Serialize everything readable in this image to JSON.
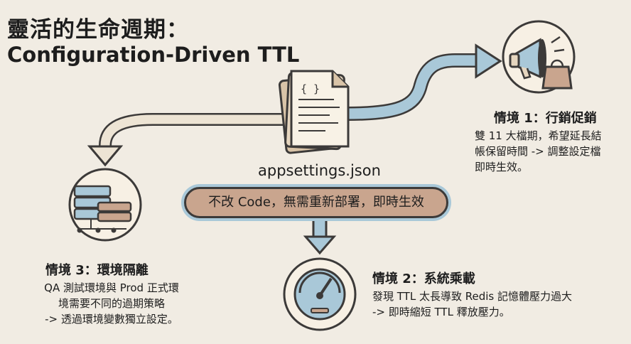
{
  "title": {
    "line1": "靈活的生命週期：",
    "line2": "Configuration-Driven TTL"
  },
  "config_file": {
    "label": "appsettings.json",
    "icon_glyph": "{ }"
  },
  "center_pill": {
    "text": "不改 Code，無需重新部署，即時生效"
  },
  "scenarios": {
    "s1": {
      "title": "情境 1：行銷促銷",
      "lines": [
        "雙 11 大檔期，希望延長結",
        "帳保留時間 -> 調整設定檔",
        "即時生效。"
      ],
      "icon": "megaphone-with-shopping-bag-icon"
    },
    "s2": {
      "title": "情境 2：系統乘載",
      "lines": [
        "發現 TTL 太長導致 Redis 記憶體壓力過大",
        "-> 即時縮短 TTL 釋放壓力。"
      ],
      "icon": "gauge-icon"
    },
    "s3": {
      "title": "情境 3：環境隔離",
      "lines": [
        "QA 測試環境與 Prod 正式環",
        "境需要不同的過期策略",
        "-> 透過環境變數獨立設定。"
      ],
      "icon": "server-network-icon"
    }
  },
  "colors": {
    "background": "#f1ece3",
    "arrow_blue": "#a9c8d8",
    "arrow_outline": "#3c3a39",
    "arrow_cream": "#ede4d4",
    "pill_fill": "#c9a58e",
    "icon_circle": "#f7f0e4"
  }
}
